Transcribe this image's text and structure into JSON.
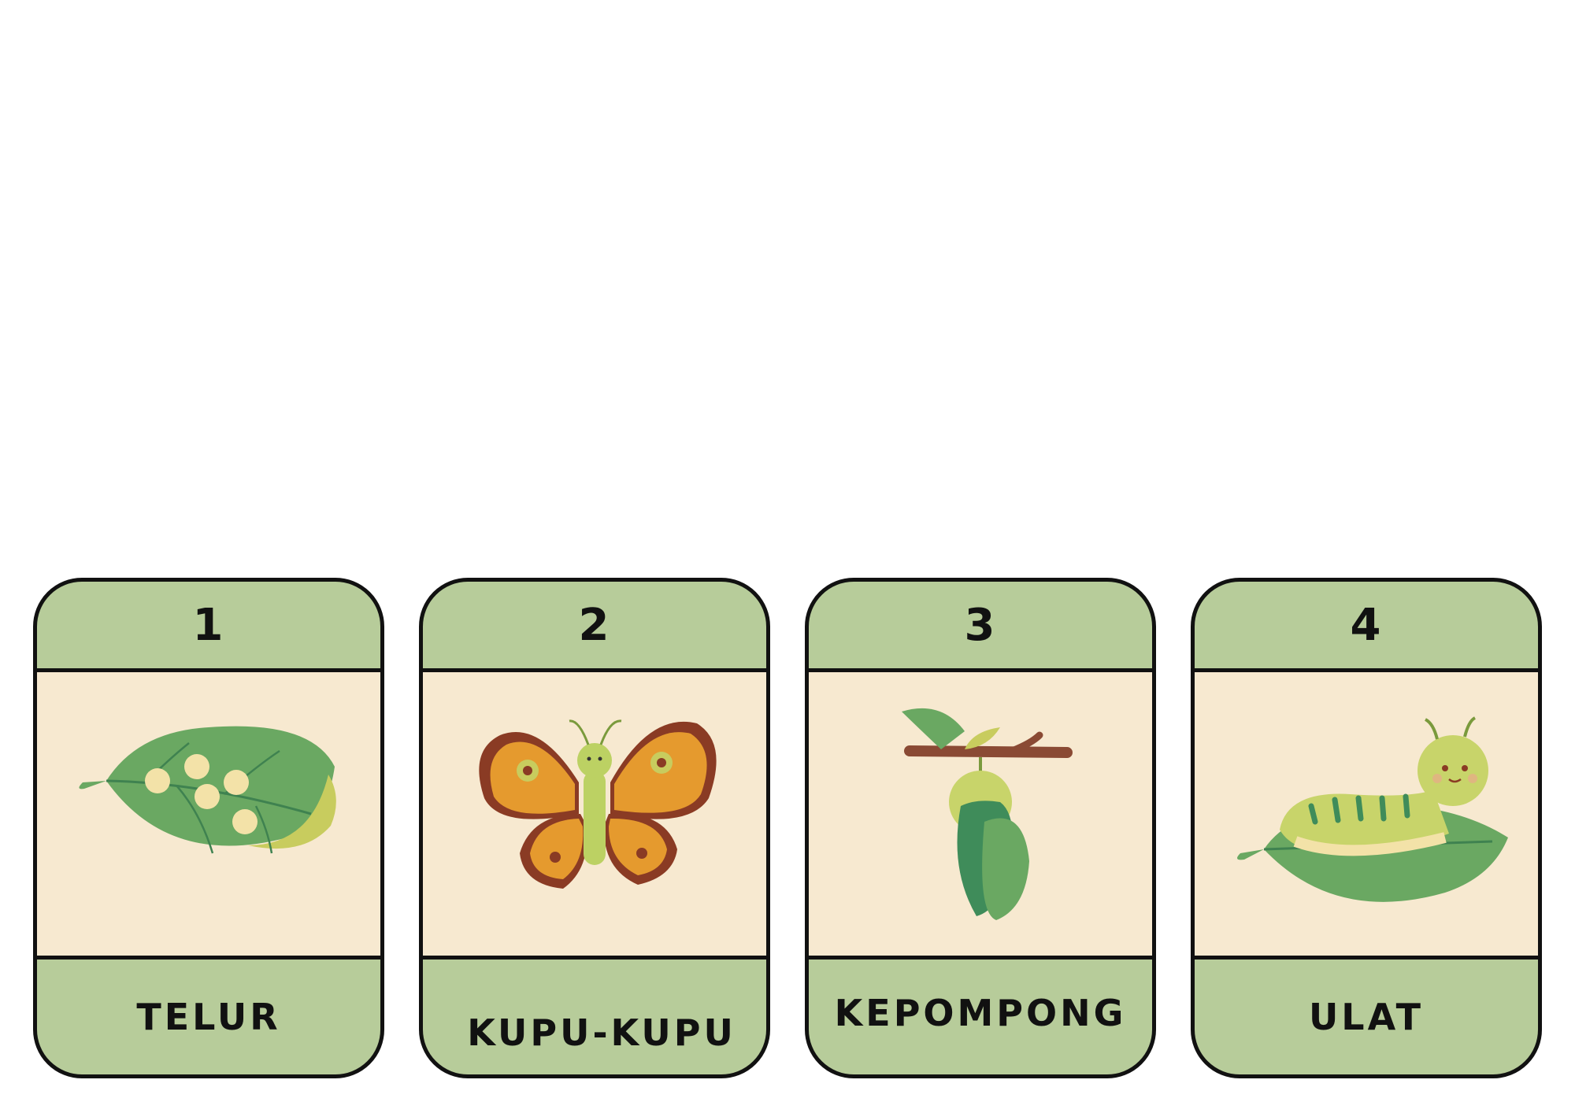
{
  "cards": [
    {
      "number": "1",
      "label": "TELUR",
      "illustration": "leaf-with-eggs-icon"
    },
    {
      "number": "2",
      "label": "KUPU-KUPU",
      "illustration": "butterfly-icon"
    },
    {
      "number": "3",
      "label": "KEPOMPONG",
      "illustration": "chrysalis-icon"
    },
    {
      "number": "4",
      "label": "ULAT",
      "illustration": "caterpillar-icon"
    }
  ],
  "colors": {
    "card_green": "#b7cc9a",
    "card_cream": "#f7e9d0",
    "border": "#111111",
    "leaf_green": "#6aa862",
    "butterfly_orange": "#e59a2e",
    "butterfly_brown": "#8a3b24"
  }
}
